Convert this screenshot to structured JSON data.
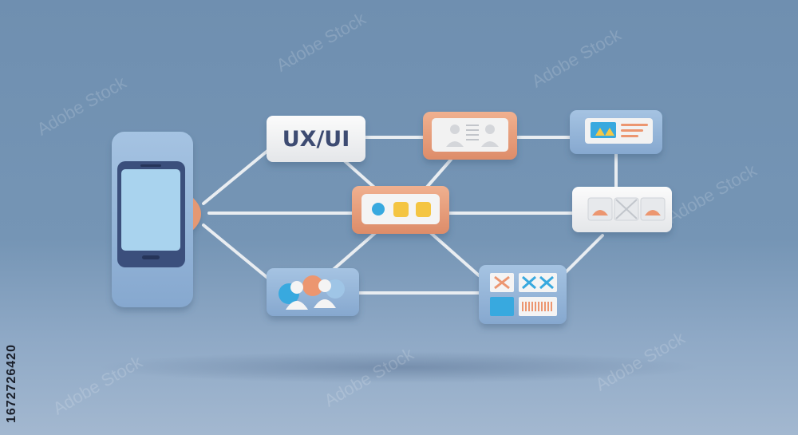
{
  "ux_label": "UX/UI",
  "side_id": "1672726420",
  "watermark": "Adobe Stock",
  "colors": {
    "background": "#7393b4",
    "orange": "#e8a07e",
    "panel": "#f3f3f3",
    "blue_panel": "#8fb1d6",
    "phone_screen": "#a9d3ee",
    "phone_body": "#3a4f7c",
    "yellow": "#f4c542",
    "cyan": "#33a7de",
    "wire": "#e8ecef"
  },
  "icons": [
    "smartphone-icon",
    "profile-card-icon",
    "image-text-icon",
    "buttons-row-icon",
    "gallery-icon",
    "users-icon",
    "wireframe-grid-icon"
  ]
}
